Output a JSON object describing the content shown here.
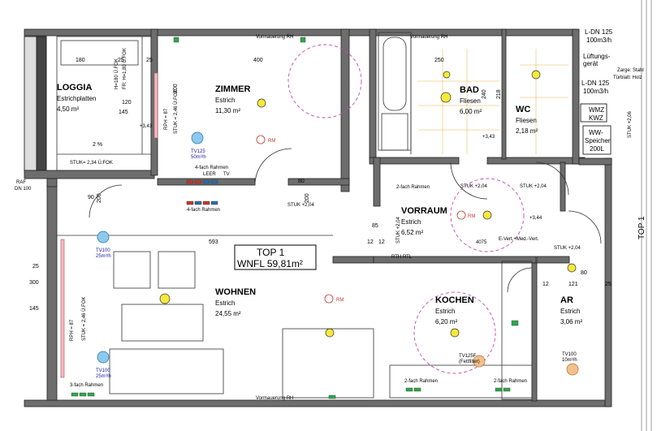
{
  "title_box": {
    "line1": "TOP 1",
    "line2": "WNFL  59,81m²"
  },
  "rooms": [
    {
      "id": "loggia",
      "name": "LOGGIA",
      "sub": "Estrichplatten",
      "area": "4,50 m²"
    },
    {
      "id": "zimmer",
      "name": "ZIMMER",
      "sub": "Estrich",
      "area": "11,30 m²"
    },
    {
      "id": "bad",
      "name": "BAD",
      "sub": "Fliesen",
      "area": "6,00 m²"
    },
    {
      "id": "wc",
      "name": "WC",
      "sub": "Fliesen",
      "area": "2,18 m²"
    },
    {
      "id": "vorraum",
      "name": "VORRAUM",
      "sub": "Estrich",
      "area": "6,52 m²"
    },
    {
      "id": "wohnen",
      "name": "WOHNEN",
      "sub": "Estrich",
      "area": "24,55 m²"
    },
    {
      "id": "kochen",
      "name": "KOCHEN",
      "sub": "Estrich",
      "area": "6,20 m²"
    },
    {
      "id": "ar",
      "name": "AR",
      "sub": "Estrich",
      "area": "3,06 m²"
    }
  ],
  "right_side": {
    "ldn125_top": "L-DN 125",
    "flow_top": "100m3/h",
    "lueftung1": "Lüftungs-",
    "lueftung2": "gerät",
    "ldn125_mid": "L-DN 125",
    "flow_mid": "100m3/h",
    "zarge1": "Zarge: Stahl",
    "zarge2": "Türblatt: Holz",
    "wmz": "WMZ",
    "kwz": "KWZ",
    "ww1": "WW-",
    "ww2": "Speicher",
    "ww3": "200L",
    "top1_vertical": "TOP 1",
    "stuk_right": "STUK +2,06"
  },
  "dims": {
    "d180": "180",
    "d25a": "25",
    "d25b": "25",
    "d400": "400",
    "d250": "250",
    "d200a": "200",
    "d145": "145",
    "d120": "120",
    "d593": "593",
    "d90": "90",
    "d200b": "200",
    "d80a": "80",
    "d200c": "200",
    "d85": "85",
    "d12a": "12",
    "d12b": "12",
    "d25c": "25",
    "d300": "300",
    "d145b": "145",
    "d80b": "80",
    "d12c": "12",
    "d121": "121",
    "d25d": "25",
    "d218": "218",
    "d240": "240",
    "d2pct": "2 %"
  },
  "notes": {
    "stuk_loggia": "STUK= 2,34 Ü.FOK",
    "stuk_zimmer": "STUK +2,04",
    "stuk_vorraum1": "STUK +2,04",
    "stuk_vorraum2": "STUK +2,04",
    "stuk_ar": "STUK +2,04",
    "stuk_wnd1": "STUK = 2,46 Ü.FOK",
    "stuk_wnd2": "STUK = 2,46 Ü.FOK",
    "rph1": "RPH = 87",
    "rph2": "RPH = 87",
    "h_fok": "H=180 Ü.FOK",
    "stuk_vr": "STUK +2,04",
    "rth": "RTH RTL",
    "fr": "FR: H=1,80 Ü.FOK",
    "tv_zimmer": "TV125",
    "tv_zimmer_flow": "50m³/h",
    "tv_wohnen1": "TV100",
    "tv_wohnen1_flow": "25m³/h",
    "tv_wohnen2": "TV100",
    "tv_wohnen2_flow": "25m³/h",
    "tv_kochen": "TV125F",
    "tv_kochen2": "(Fettfilter)",
    "tv_ar": "TV100",
    "tv_ar_flow": "10m³/h",
    "rahmen4a": "4-fach Rahmen",
    "rahmen4b": "4-fach Rahmen",
    "rahmen3": "3-fach Rahmen",
    "rahmen2a": "2-fach Rahmen",
    "rahmen2b": "2-fach Rahmen",
    "rahmen2c": "2-fach Rahmen",
    "leer": "LEER",
    "tv_label": "TV",
    "vormauerung1": "Vormauerung RH",
    "vormauerung2": "Vormauerung RH",
    "vormauerung3": "Vormauerung RH",
    "rm1": "RM",
    "rm2": "RM",
    "rm3": "RM",
    "evert": "E-Vert.+Med.-Vert.",
    "raf": "RAF",
    "dn": "DN 100",
    "plus343a": "+3,43",
    "plus343b": "+3,44",
    "plus343c": "+3,43",
    "d4075": "4075"
  }
}
